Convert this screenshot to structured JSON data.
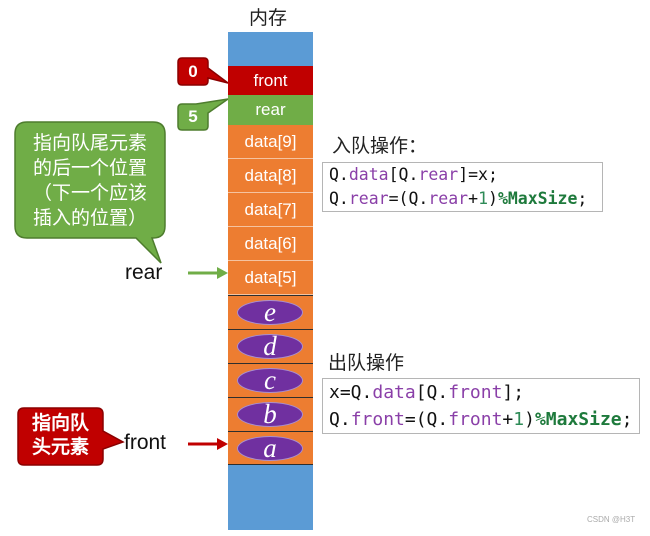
{
  "memory": {
    "title": "内存",
    "front_cell": "front",
    "rear_cell": "rear",
    "slots": [
      "data[9]",
      "data[8]",
      "data[7]",
      "data[6]",
      "data[5]"
    ],
    "elements": [
      "e",
      "d",
      "c",
      "b",
      "a"
    ]
  },
  "front_index": "0",
  "rear_index": "5",
  "rear_pointer": {
    "label": "rear",
    "note": [
      "指向队尾元素",
      "的后一个位置",
      "（下一个应该",
      "插入的位置）"
    ]
  },
  "front_pointer": {
    "label": "front",
    "note": [
      "指向队",
      "头元素"
    ]
  },
  "enqueue": {
    "title": "入队操作：",
    "code": [
      [
        "Q.",
        "data",
        "[Q.",
        "rear",
        "]=x;"
      ],
      [
        "Q.",
        "rear",
        "=(Q.",
        "rear",
        "+",
        "1",
        ")",
        "%MaxSize",
        ";"
      ]
    ]
  },
  "dequeue": {
    "title": "出队操作",
    "code": [
      [
        "x=Q.",
        "data",
        "[Q.",
        "front",
        "];"
      ],
      [
        "Q.",
        "front",
        "=(Q.",
        "front",
        "+",
        "1",
        ")",
        "%MaxSize",
        ";"
      ]
    ]
  },
  "watermark": "CSDN @H3T",
  "colors": {
    "memory": "#5B9BD5",
    "front": "#C00000",
    "rear": "#70AD47",
    "slot": "#ED7D31",
    "element": "#7030A0",
    "member": "#8A3FA8",
    "number": "#2E8B57",
    "macro": "#1E7A3C"
  }
}
